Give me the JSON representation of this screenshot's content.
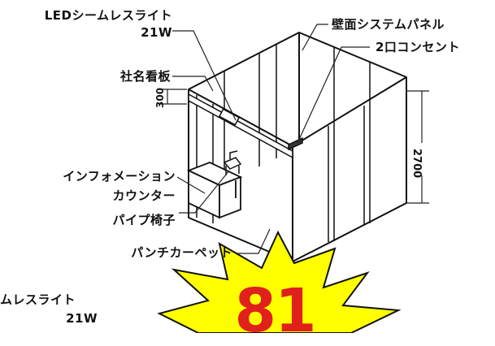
{
  "labels": {
    "led_light_title": "LEDシームレスライト",
    "led_light_watt": "21W",
    "wall_panel": "壁面システムパネル",
    "outlet": "2口コンセント",
    "signboard": "社名看板",
    "dim_300": "300",
    "dim_2700": "2700",
    "info_counter_line1": "インフォメーション",
    "info_counter_line2": "カウンター",
    "pipe_chair": "パイプ椅子",
    "punch_carpet": "パンチカーペット",
    "led_light_partial": "ムレスライト",
    "led_light_partial_watt": "21W"
  },
  "badge": {
    "number": "81",
    "fill_color": "#ffff00",
    "text_color": "#e0201b"
  }
}
